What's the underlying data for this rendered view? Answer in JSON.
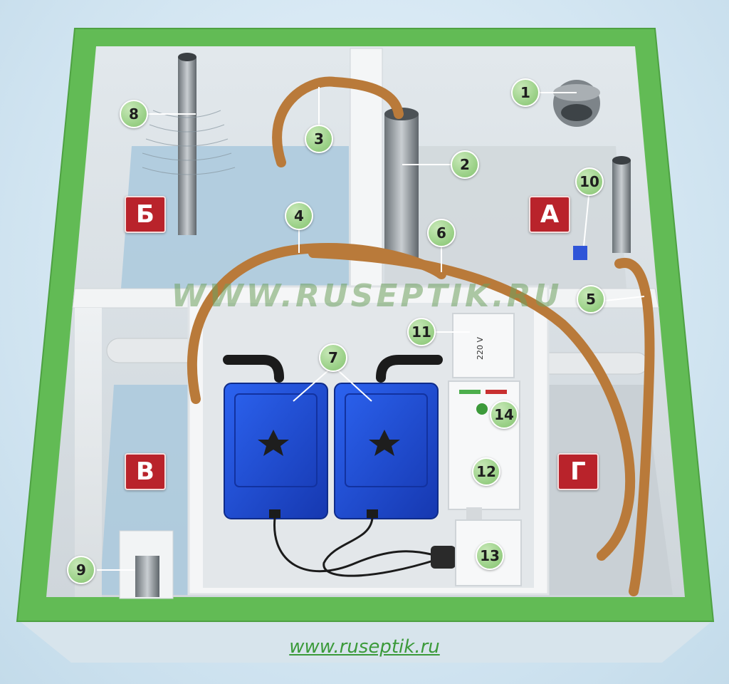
{
  "zones": {
    "a": "А",
    "b": "Б",
    "v": "В",
    "g": "Г"
  },
  "callouts": [
    "1",
    "2",
    "3",
    "4",
    "5",
    "6",
    "7",
    "8",
    "9",
    "10",
    "11",
    "12",
    "13",
    "14"
  ],
  "device_label": "220 V",
  "watermark": "WWW.RUSEPTIK.RU",
  "footer_link": "www.ruseptik.ru",
  "colors": {
    "frame_green": "#62bb55",
    "badge_green": "#9dd28a",
    "zone_red": "#b9232b",
    "hose_brown": "#b97a3a",
    "tank_blue": "#1f4fd6",
    "water_blue": "#aac9dd"
  }
}
